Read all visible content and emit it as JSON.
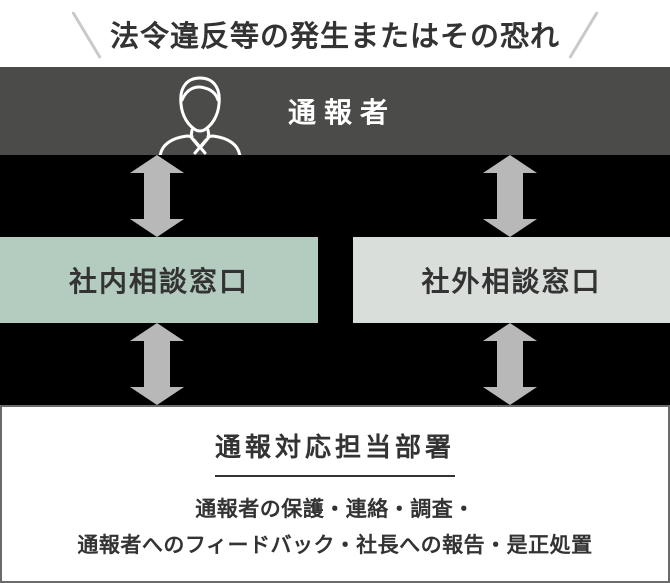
{
  "header": {
    "title": "法令違反等の発生またはその恐れ"
  },
  "reporter": {
    "label": "通報者",
    "icon": "person-icon"
  },
  "channels": [
    {
      "label": "社内相談窓口"
    },
    {
      "label": "社外相談窓口"
    }
  ],
  "department": {
    "title": "通報対応担当部署",
    "lines": [
      "通報者の保護・連絡・調査・",
      "通報者へのフィードバック・社長への報告・是正処置"
    ]
  },
  "icons": {
    "person": "person-icon",
    "arrow": "double-vertical-arrow-icon",
    "slash_left": "slash-left-icon",
    "slash_right": "slash-right-icon"
  },
  "colors": {
    "reporter_box": "#4b4b4a",
    "band_background": "#000000",
    "arrow": "#b8b8b8",
    "internal_channel": "#b4ccc0",
    "external_channel": "#dadedb",
    "text_dark": "#333333",
    "text_light": "#ffffff",
    "department_border": "#6b6b6b",
    "slash": "#c9c9c9"
  }
}
